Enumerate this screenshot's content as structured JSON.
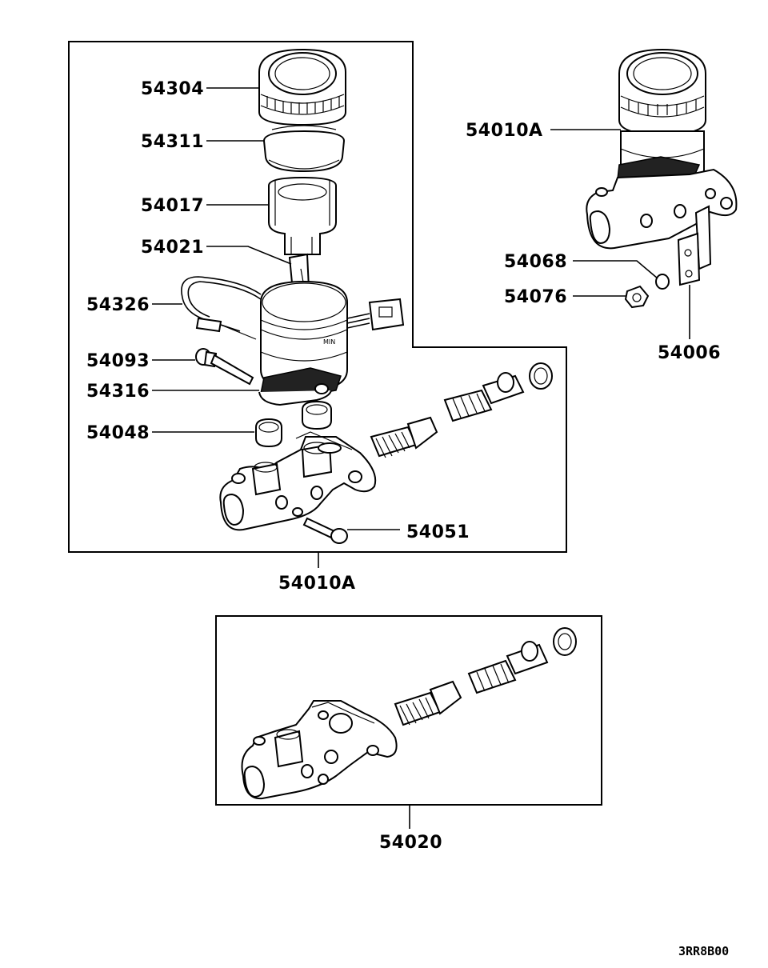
{
  "diagram": {
    "labels": {
      "l54304": "54304",
      "l54311": "54311",
      "l54017": "54017",
      "l54021": "54021",
      "l54326": "54326",
      "l54093": "54093",
      "l54316": "54316",
      "l54048": "54048",
      "l54051": "54051",
      "l54010A_bottom": "54010A",
      "l54010A_right": "54010A",
      "l54068": "54068",
      "l54076": "54076",
      "l54006": "54006",
      "l54020": "54020"
    },
    "code": "3RR8B00"
  },
  "colors": {
    "ink": "#000000",
    "paper": "#ffffff"
  }
}
